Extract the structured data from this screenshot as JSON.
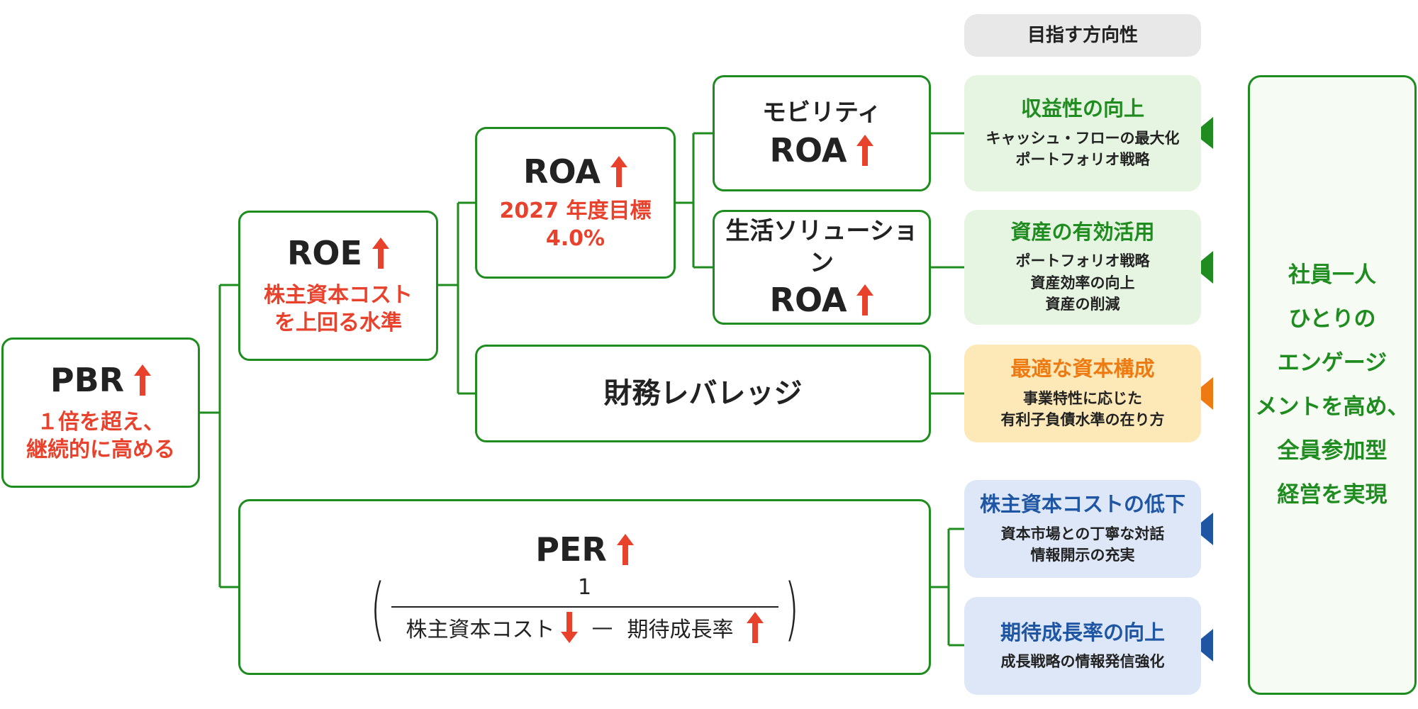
{
  "header": {
    "direction_label": "目指す方向性"
  },
  "pbr": {
    "title": "PBR",
    "note": "１倍を超え、\n継続的に高める"
  },
  "roe": {
    "title": "ROE",
    "note": "株主資本コスト\nを上回る水準"
  },
  "roa": {
    "title": "ROA",
    "note": "2027 年度目標\n4.0%"
  },
  "mobility": {
    "line1": "モビリティ",
    "line2": "ROA"
  },
  "life": {
    "line1": "生活ソリューション",
    "line2": "ROA"
  },
  "leverage": {
    "title": "財務レバレッジ"
  },
  "per": {
    "title": "PER",
    "numerator": "1",
    "term1": "株主資本コスト",
    "minus": "—",
    "term2": "期待成長率"
  },
  "directions": [
    {
      "title": "収益性の向上",
      "body": "キャッシュ・フローの最大化\nポートフォリオ戦略"
    },
    {
      "title": "資産の有効活用",
      "body": "ポートフォリオ戦略\n資産効率の向上\n資産の削減"
    },
    {
      "title": "最適な資本構成",
      "body": "事業特性に応じた\n有利子負債水準の在り方"
    },
    {
      "title": "株主資本コストの低下",
      "body": "資本市場との丁寧な対話\n情報開示の充実"
    },
    {
      "title": "期待成長率の向上",
      "body": "成長戦略の情報発信強化"
    }
  ],
  "engagement": {
    "text": "社員一人\nひとりの\nエンゲージ\nメントを高め、\n全員参加型\n経営を実現"
  },
  "colors": {
    "green": "#1e8c1e",
    "red": "#e8412c",
    "orange": "#ee7a12",
    "blue": "#1e56a4",
    "green_bg": "#e6f5e2",
    "orange_bg": "#fde8b8",
    "blue_bg": "#dde7f8",
    "header_bg": "#e8e8e8"
  }
}
